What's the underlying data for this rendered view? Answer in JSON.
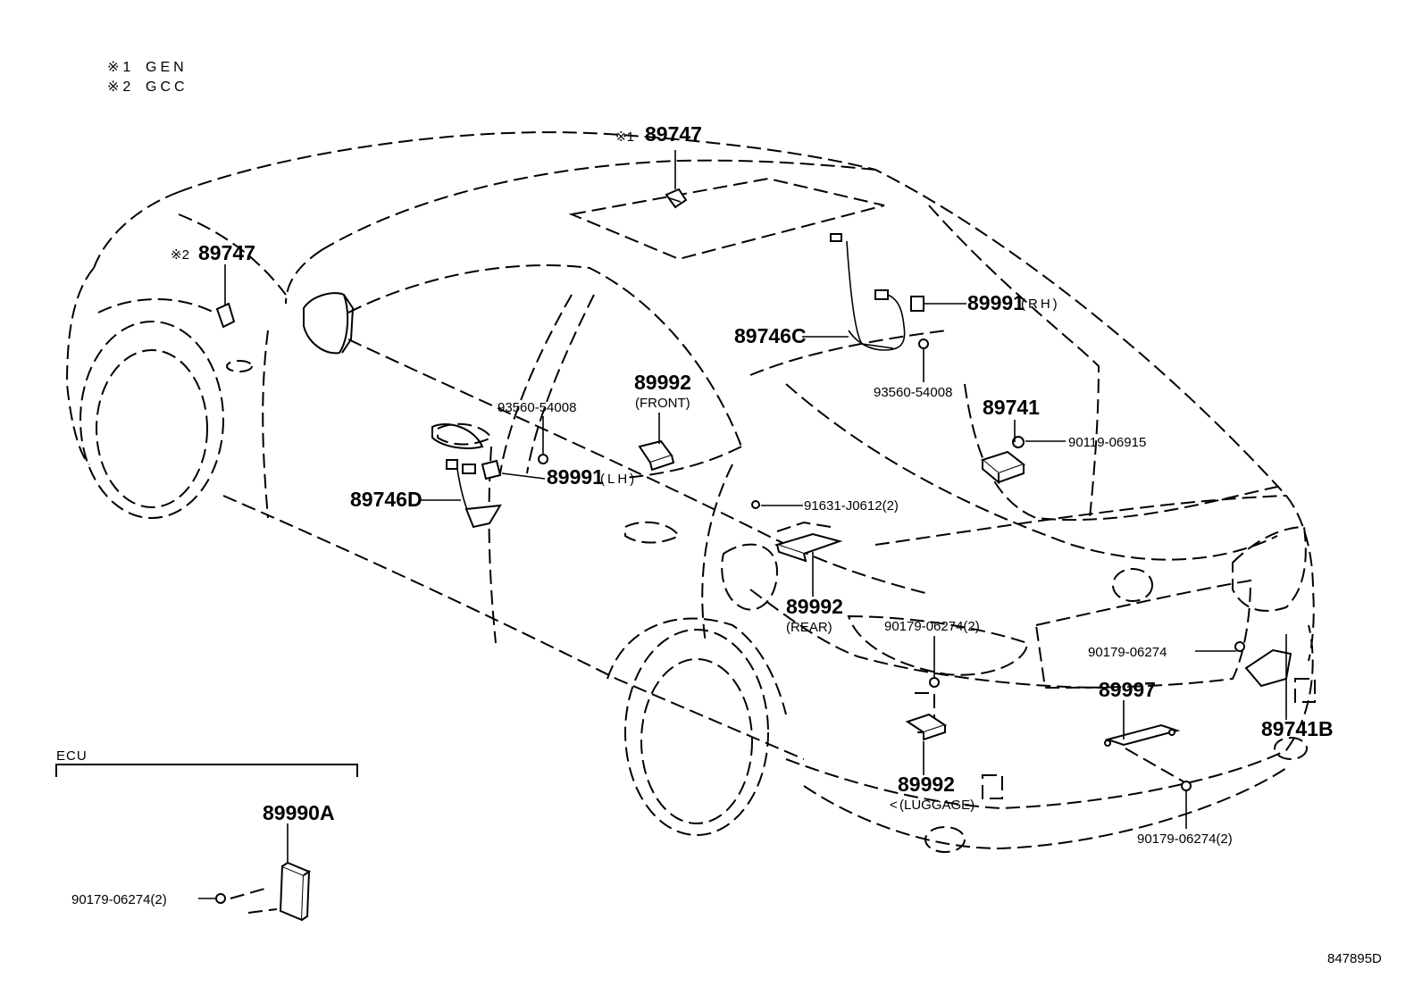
{
  "notes": [
    {
      "mark": "※1",
      "text": "GEN"
    },
    {
      "mark": "※2",
      "text": "GCC"
    }
  ],
  "section_label": "ECU",
  "diagram_id": "847895D",
  "callouts": {
    "roof_antenna": {
      "mark": "※1",
      "part": "89747"
    },
    "fender_antenna": {
      "mark": "※2",
      "part": "89747"
    },
    "bracket_rh": {
      "part": "89991",
      "side": "(RH)"
    },
    "harness_c": {
      "part": "89746C"
    },
    "bolt_rh": {
      "part": "93560-54008"
    },
    "module_89741": {
      "part": "89741"
    },
    "screw_89741": {
      "part": "90119-06915"
    },
    "bolt_lh": {
      "part": "93560-54008"
    },
    "oscillator_front": {
      "part": "89992",
      "loc": "(FRONT)"
    },
    "bracket_lh": {
      "part": "89991",
      "side": "(LH)"
    },
    "harness_d": {
      "part": "89746D"
    },
    "clip_rear": {
      "part": "91631-J0612(2)"
    },
    "oscillator_rear": {
      "part": "89992",
      "loc": "(REAR)"
    },
    "nut_luggage": {
      "part": "90179-06274(2)"
    },
    "nut_bumper_side": {
      "part": "90179-06274"
    },
    "antenna_bumper": {
      "part": "89997"
    },
    "module_89741b": {
      "part": "89741B"
    },
    "oscillator_luggage": {
      "part": "89992",
      "loc": "(LUGGAGE)",
      "mark": "<"
    },
    "nut_bumper": {
      "part": "90179-06274(2)"
    },
    "ecu": {
      "part": "89990A"
    },
    "nut_ecu": {
      "part": "90179-06274(2)"
    }
  }
}
